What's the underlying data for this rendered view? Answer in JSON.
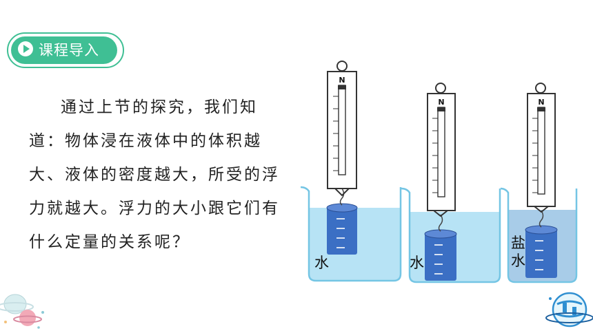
{
  "header": {
    "section_label": "课程导入"
  },
  "lesson": {
    "paragraph": "通过上节的探究，我们知道：物体浸在液体中的体积越大、液体的密度越大，所受的浮力就越大。浮力的大小跟它们有什么定量的关系呢？"
  },
  "illustration": {
    "scale_unit": "N",
    "beakers": [
      {
        "liquid_label": "水",
        "liquid_color": "#b7e3f5"
      },
      {
        "liquid_label": "水",
        "liquid_color": "#b7e3f5"
      },
      {
        "liquid_label": "盐水",
        "liquid_color": "#a8cce8"
      }
    ]
  },
  "colors": {
    "accent": "#3fbf94",
    "cylinder": "#3b6fc4",
    "beaker_edge": "#74c5e4"
  }
}
